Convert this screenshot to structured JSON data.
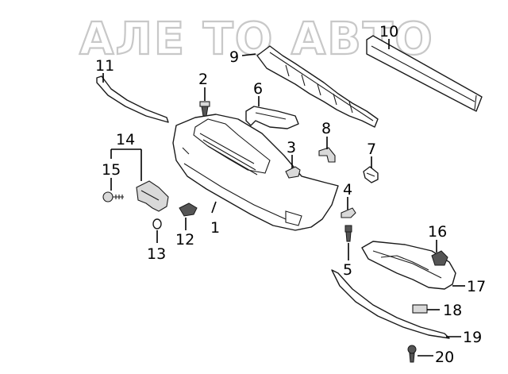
{
  "watermark": {
    "text": "АЛЕ ТО АВТО"
  },
  "callouts": [
    "1",
    "2",
    "3",
    "4",
    "5",
    "6",
    "7",
    "8",
    "9",
    "10",
    "11",
    "12",
    "13",
    "14",
    "15",
    "16",
    "17",
    "18",
    "19",
    "20"
  ],
  "colors": {
    "line": "#1a1a1a",
    "watermark": "#c8c8c8",
    "background": "#ffffff"
  }
}
